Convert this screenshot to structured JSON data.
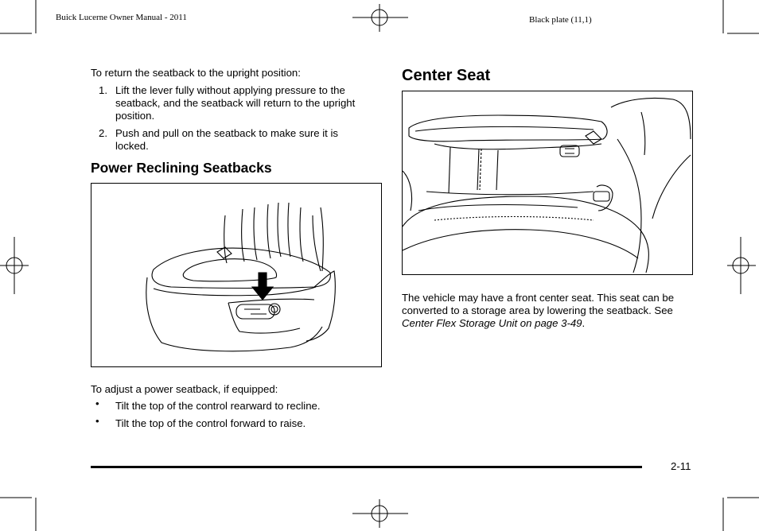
{
  "header": {
    "manual_title": "Buick Lucerne Owner Manual - 2011",
    "plate": "Black plate (11,1)"
  },
  "left": {
    "intro": "To return the seatback to the upright position:",
    "steps": [
      {
        "num": "1.",
        "text": "Lift the lever fully without applying pressure to the seatback, and the seatback will return to the upright position."
      },
      {
        "num": "2.",
        "text": "Push and pull on the seatback to make sure it is locked."
      }
    ],
    "section_title": "Power Reclining Seatbacks",
    "adjust_intro": "To adjust a power seatback, if equipped:",
    "bullets": [
      {
        "mark": "•",
        "text": "Tilt the top of the control rearward to recline."
      },
      {
        "mark": "•",
        "text": "Tilt the top of the control forward to raise."
      }
    ]
  },
  "right": {
    "section_title": "Center Seat",
    "para_before": "The vehicle may have a front center seat. This seat can be converted to a storage area by lowering the seatback. See ",
    "para_link": "Center Flex Storage Unit on page 3-49",
    "para_after": "."
  },
  "footer": {
    "page_number": "2-11"
  }
}
